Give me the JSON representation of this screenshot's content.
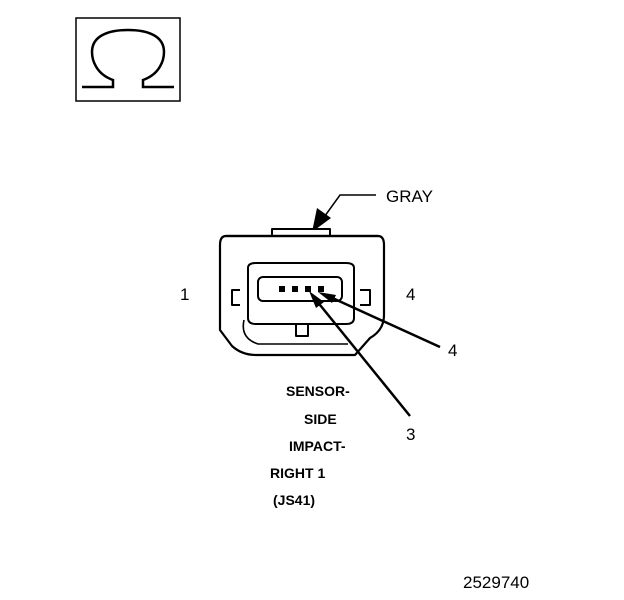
{
  "ohm_symbol": {
    "glyph": "Ω",
    "icon": "ohm-symbol-icon"
  },
  "wire_color_label": "GRAY",
  "connector": {
    "pin_left_label": "1",
    "pin_right_label": "4",
    "pin_count": 4
  },
  "callouts": [
    {
      "label": "4"
    },
    {
      "label": "3"
    }
  ],
  "connector_name": {
    "lines": [
      "SENSOR-",
      "SIDE",
      "IMPACT-",
      "RIGHT 1",
      "(JS41)"
    ]
  },
  "figure_number": "2529740"
}
